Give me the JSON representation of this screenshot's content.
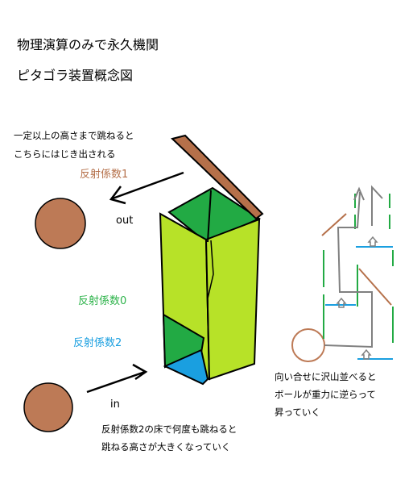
{
  "title": {
    "line1": "物理演算のみで永久機関",
    "line2": "ピタゴラ装置概念図"
  },
  "notes": {
    "top_line1": "一定以上の高さまで跳ねると",
    "top_line2": "こちらにはじき出される",
    "bottom_line1": "反射係数2の床で何度も跳ねると",
    "bottom_line2": "跳ねる高さが大きくなっていく",
    "right_line1": "向い合せに沢山並べると",
    "right_line2": "ボールが重力に逆らって",
    "right_line3": "昇っていく"
  },
  "labels": {
    "out": "out",
    "in": "in",
    "coef1": "反射係数1",
    "coef0": "反射係数0",
    "coef2": "反射係数2"
  },
  "colors": {
    "coef1": "#b5704a",
    "coef0": "#2db34a",
    "coef2": "#1a9fe0",
    "ball": "#bd7a56",
    "lime": "#b7e228",
    "green": "#22aa44",
    "blue": "#1a9fe0",
    "gray": "#808080",
    "lid": "#b5704a"
  }
}
